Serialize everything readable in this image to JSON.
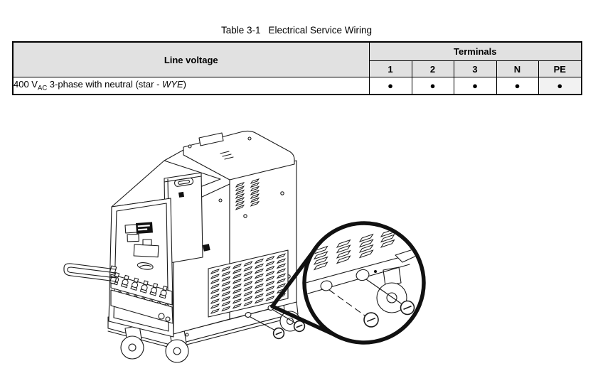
{
  "table": {
    "title": {
      "prefix": "Table 3-1",
      "text": "Electrical Service Wiring"
    },
    "header": {
      "line_voltage": "Line voltage",
      "terminals": "Terminals",
      "terminal_columns": [
        "1",
        "2",
        "3",
        "N",
        "PE"
      ]
    },
    "rows": [
      {
        "line_voltage": {
          "pre": "400 V",
          "sub": "AC",
          "mid": " 3-phase with neutral (star - ",
          "italic": "WYE",
          "post": ")"
        },
        "terminals": [
          "●",
          "●",
          "●",
          "●",
          "●"
        ]
      }
    ],
    "colors": {
      "border": "#000000",
      "header_bg": "#e1e1e1",
      "pe_cell_bg": "#f2f2f2"
    }
  },
  "figure": {
    "colors": {
      "line": "#1a1a1a",
      "callout": "#111111"
    }
  }
}
